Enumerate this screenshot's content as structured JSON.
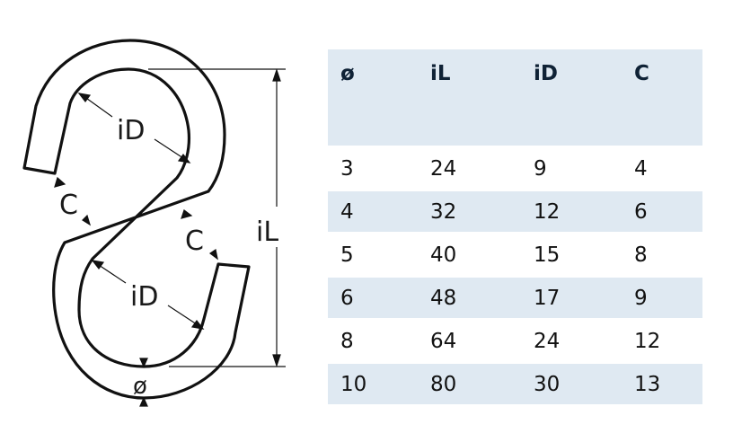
{
  "diagram": {
    "labels": {
      "inner_diameter_top": "iD",
      "inner_diameter_bottom": "iD",
      "gap_left": "C",
      "gap_right": "C",
      "inner_length": "iL",
      "wire_diameter": "ø"
    }
  },
  "table": {
    "headers": [
      "ø",
      "iL",
      "iD",
      "C"
    ],
    "rows": [
      [
        "3",
        "24",
        "9",
        "4"
      ],
      [
        "4",
        "32",
        "12",
        "6"
      ],
      [
        "5",
        "40",
        "15",
        "8"
      ],
      [
        "6",
        "48",
        "17",
        "9"
      ],
      [
        "8",
        "64",
        "24",
        "12"
      ],
      [
        "10",
        "80",
        "30",
        "13"
      ]
    ],
    "stripe_color": "#dfe9f2"
  }
}
